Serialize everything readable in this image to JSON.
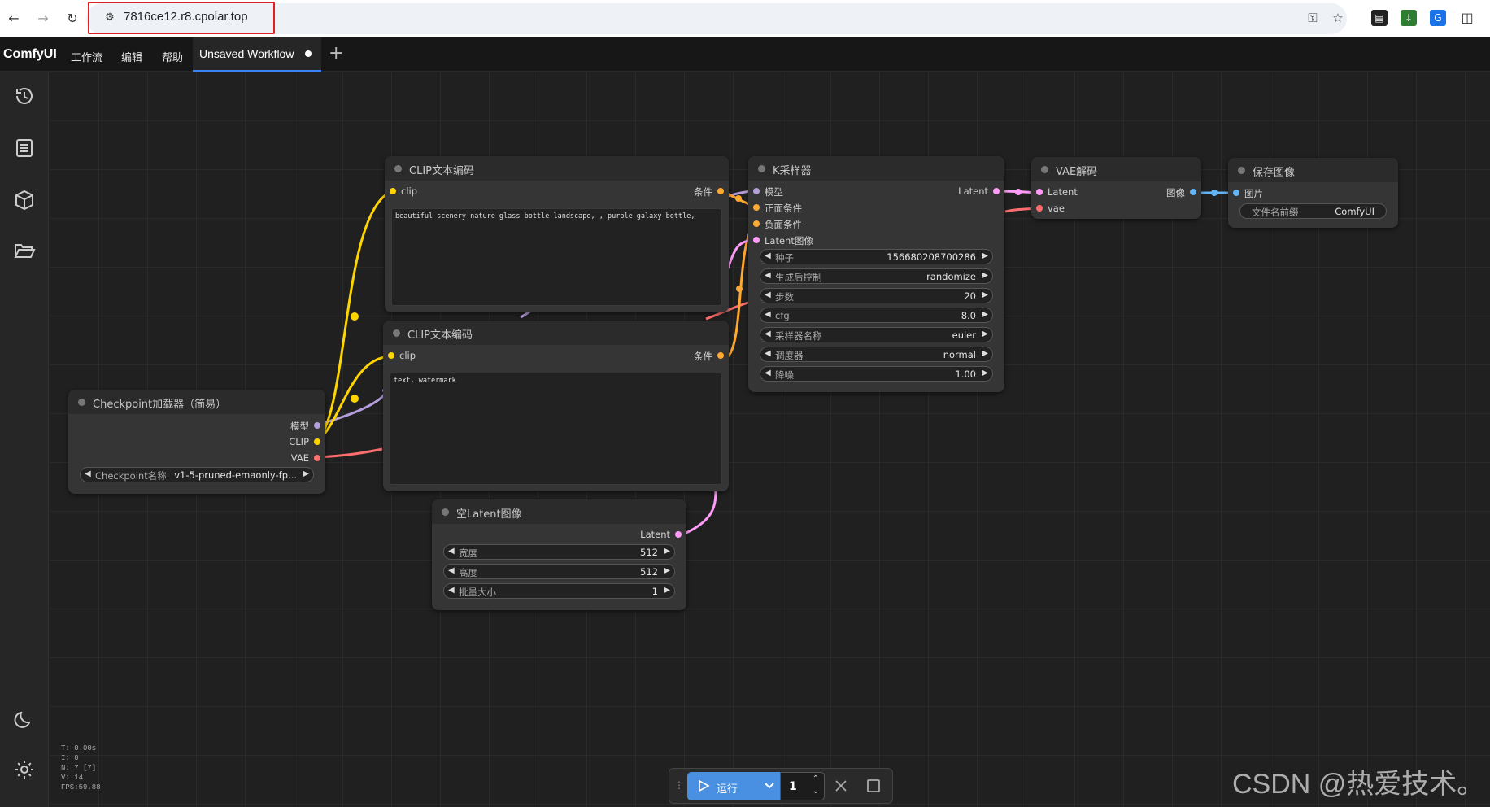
{
  "browser": {
    "url": "7816ce12.r8.cpolar.top"
  },
  "menu": {
    "logo": "ComfyUI",
    "items": [
      "工作流",
      "编辑",
      "帮助"
    ],
    "active_tab": "Unsaved Workflow",
    "add_tab": "+"
  },
  "nodes": {
    "clip_pos": {
      "title": "CLIP文本编码",
      "input": "clip",
      "output": "条件",
      "text": "beautiful scenery nature glass bottle landscape, , purple galaxy bottle,"
    },
    "clip_neg": {
      "title": "CLIP文本编码",
      "input": "clip",
      "output": "条件",
      "text": "text, watermark"
    },
    "checkpoint": {
      "title": "Checkpoint加载器（简易）",
      "outputs": [
        "模型",
        "CLIP",
        "VAE"
      ],
      "widget_label": "Checkpoint名称",
      "widget_value": "v1-5-pruned-emaonly-fp..."
    },
    "ksampler": {
      "title": "K采样器",
      "inputs": [
        "模型",
        "正面条件",
        "负面条件",
        "Latent图像"
      ],
      "output": "Latent",
      "widgets": [
        {
          "label": "种子",
          "value": "156680208700286"
        },
        {
          "label": "生成后控制",
          "value": "randomize"
        },
        {
          "label": "步数",
          "value": "20"
        },
        {
          "label": "cfg",
          "value": "8.0"
        },
        {
          "label": "采样器名称",
          "value": "euler"
        },
        {
          "label": "调度器",
          "value": "normal"
        },
        {
          "label": "降噪",
          "value": "1.00"
        }
      ]
    },
    "vae_decode": {
      "title": "VAE解码",
      "inputs": [
        "Latent",
        "vae"
      ],
      "output": "图像"
    },
    "save_image": {
      "title": "保存图像",
      "input": "图片",
      "widget_label": "文件名前缀",
      "widget_value": "ComfyUI"
    },
    "empty_latent": {
      "title": "空Latent图像",
      "output": "Latent",
      "widgets": [
        {
          "label": "宽度",
          "value": "512"
        },
        {
          "label": "高度",
          "value": "512"
        },
        {
          "label": "批量大小",
          "value": "1"
        }
      ]
    }
  },
  "stats": [
    "T: 0.00s",
    "I: 0",
    "N: 7 [7]",
    "V: 14",
    "FPS:59.88"
  ],
  "runbar": {
    "run_label": "运行",
    "batch_count": "1"
  },
  "watermark": "CSDN @热爱技术。",
  "colors": {
    "clip": "#ffd500",
    "model": "#b39ddb",
    "vae": "#ff6e6e",
    "conditioning": "#ffa931",
    "latent": "#ff9cf9",
    "image": "#64b5f6",
    "run_button": "#4a90e2"
  }
}
